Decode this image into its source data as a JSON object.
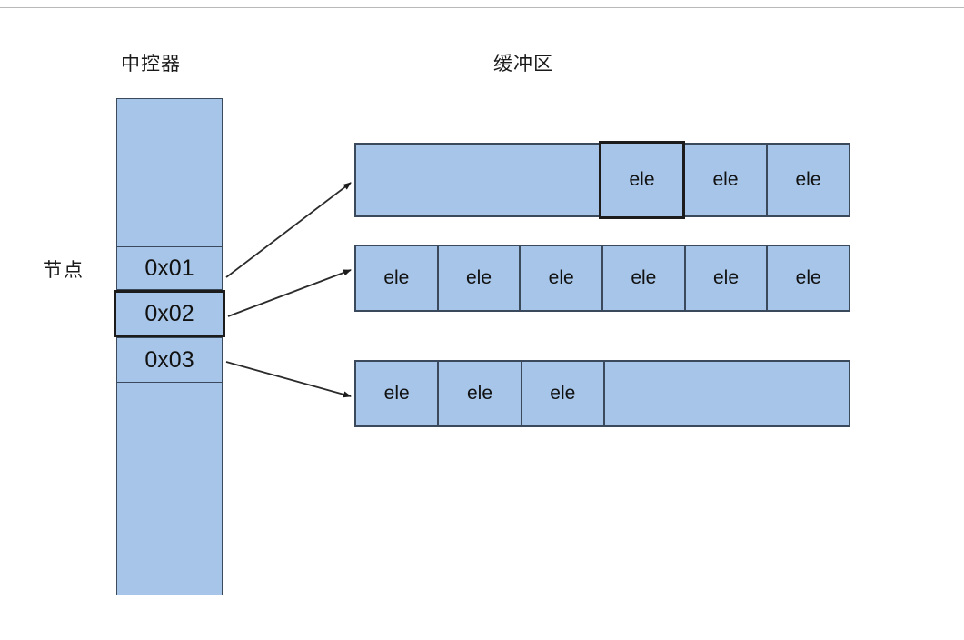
{
  "diagram": {
    "title_controller": "中控器",
    "title_buffer": "缓冲区",
    "node_label": "节点",
    "element_label": "ele",
    "colors": {
      "cell_fill": "#A6C5E8",
      "cell_border": "#3A4A5C",
      "emphasis_border": "#1C1C1C",
      "text": "#111111",
      "rule": "#B9B9B9",
      "background": "#FFFFFF"
    },
    "controller": {
      "nodes": [
        {
          "address": "0x01",
          "emphasized": false
        },
        {
          "address": "0x02",
          "emphasized": true
        },
        {
          "address": "0x03",
          "emphasized": false
        }
      ]
    },
    "buffer": {
      "rows": [
        {
          "source_node": "0x01",
          "cells": [
            {
              "label": "",
              "span": 3,
              "filled": false,
              "emphasized": false
            },
            {
              "label": "ele",
              "span": 1,
              "filled": true,
              "emphasized": true
            },
            {
              "label": "ele",
              "span": 1,
              "filled": true,
              "emphasized": false
            },
            {
              "label": "ele",
              "span": 1,
              "filled": true,
              "emphasized": false
            }
          ]
        },
        {
          "source_node": "0x02",
          "cells": [
            {
              "label": "ele",
              "span": 1,
              "filled": true,
              "emphasized": false
            },
            {
              "label": "ele",
              "span": 1,
              "filled": true,
              "emphasized": false
            },
            {
              "label": "ele",
              "span": 1,
              "filled": true,
              "emphasized": false
            },
            {
              "label": "ele",
              "span": 1,
              "filled": true,
              "emphasized": false
            },
            {
              "label": "ele",
              "span": 1,
              "filled": true,
              "emphasized": false
            },
            {
              "label": "ele",
              "span": 1,
              "filled": true,
              "emphasized": false
            }
          ]
        },
        {
          "source_node": "0x03",
          "cells": [
            {
              "label": "ele",
              "span": 1,
              "filled": true,
              "emphasized": false
            },
            {
              "label": "ele",
              "span": 1,
              "filled": true,
              "emphasized": false
            },
            {
              "label": "ele",
              "span": 1,
              "filled": true,
              "emphasized": false
            },
            {
              "label": "",
              "span": 3,
              "filled": false,
              "emphasized": false
            }
          ]
        }
      ]
    },
    "connectors": [
      {
        "from_node": "0x01",
        "to_row": 0
      },
      {
        "from_node": "0x02",
        "to_row": 1
      },
      {
        "from_node": "0x03",
        "to_row": 2
      }
    ]
  }
}
